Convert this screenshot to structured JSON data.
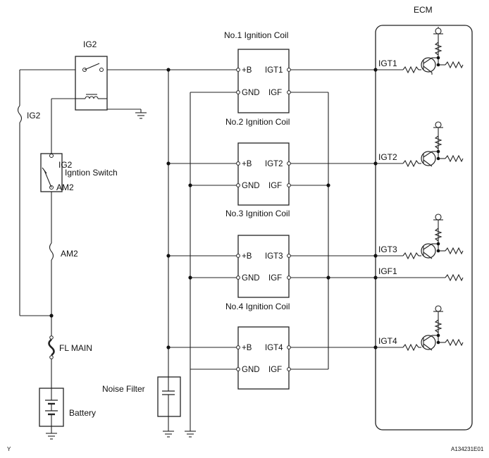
{
  "labels": {
    "ecm": "ECM",
    "ig2_relay": "IG2",
    "ig2_fuse": "IG2",
    "ignition_switch": "Igntion Switch",
    "switch_ig2": "IG2",
    "switch_am2": "AM2",
    "am2_fuse": "AM2",
    "fl_main": "FL MAIN",
    "battery": "Battery",
    "noise_filter": "Noise Filter",
    "figure_id": "A134231E01",
    "corner_mark": "Y"
  },
  "coils": [
    {
      "title": "No.1 Ignition Coil",
      "b": "+B",
      "igt": "IGT1",
      "gnd": "GND",
      "igf": "IGF"
    },
    {
      "title": "No.2 Ignition Coil",
      "b": "+B",
      "igt": "IGT2",
      "gnd": "GND",
      "igf": "IGF"
    },
    {
      "title": "No.3 Ignition Coil",
      "b": "+B",
      "igt": "IGT3",
      "gnd": "GND",
      "igf": "IGF"
    },
    {
      "title": "No.4 Ignition Coil",
      "b": "+B",
      "igt": "IGT4",
      "gnd": "GND",
      "igf": "IGF"
    }
  ],
  "ecm_pins": [
    "IGT1",
    "IGT2",
    "IGT3",
    "IGF1",
    "IGT4"
  ]
}
